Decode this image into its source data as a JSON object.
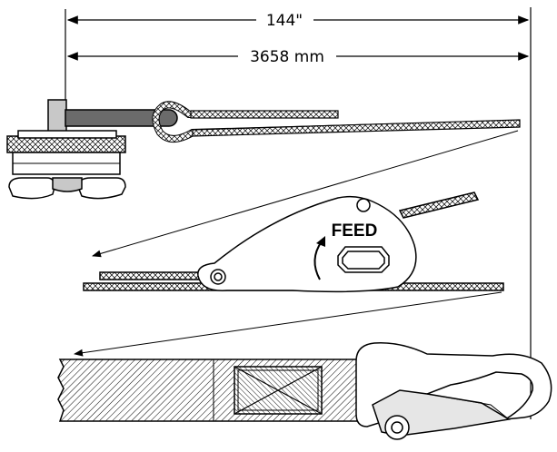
{
  "dimensions": {
    "length_imperial": "144\"",
    "length_metric": "3658 mm"
  },
  "ratchet": {
    "feed_label": "FEED"
  },
  "colors": {
    "line": "#000000",
    "clamp_bar": "#6b6b6b",
    "anchor_block": "#c8c8c8",
    "hook_jaw": "#e6e6e6",
    "background": "#ffffff"
  }
}
